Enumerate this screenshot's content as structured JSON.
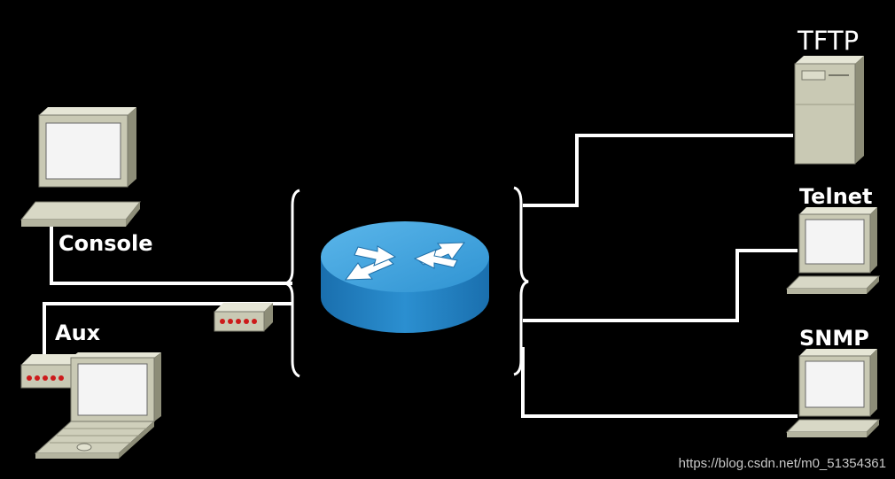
{
  "labels": {
    "console": "Console",
    "aux": "Aux",
    "tftp": "TFTP",
    "telnet": "Telnet",
    "snmp": "SNMP"
  },
  "watermark": "https://blog.csdn.net/m0_51354361",
  "colors": {
    "background": "#000000",
    "line": "#ffffff",
    "router_top": "#3a9ed8",
    "router_side": "#1b78b8",
    "device_beige": "#c9c9b4",
    "screen": "#f4f4f4",
    "modem_led": "#cc1a1a"
  }
}
